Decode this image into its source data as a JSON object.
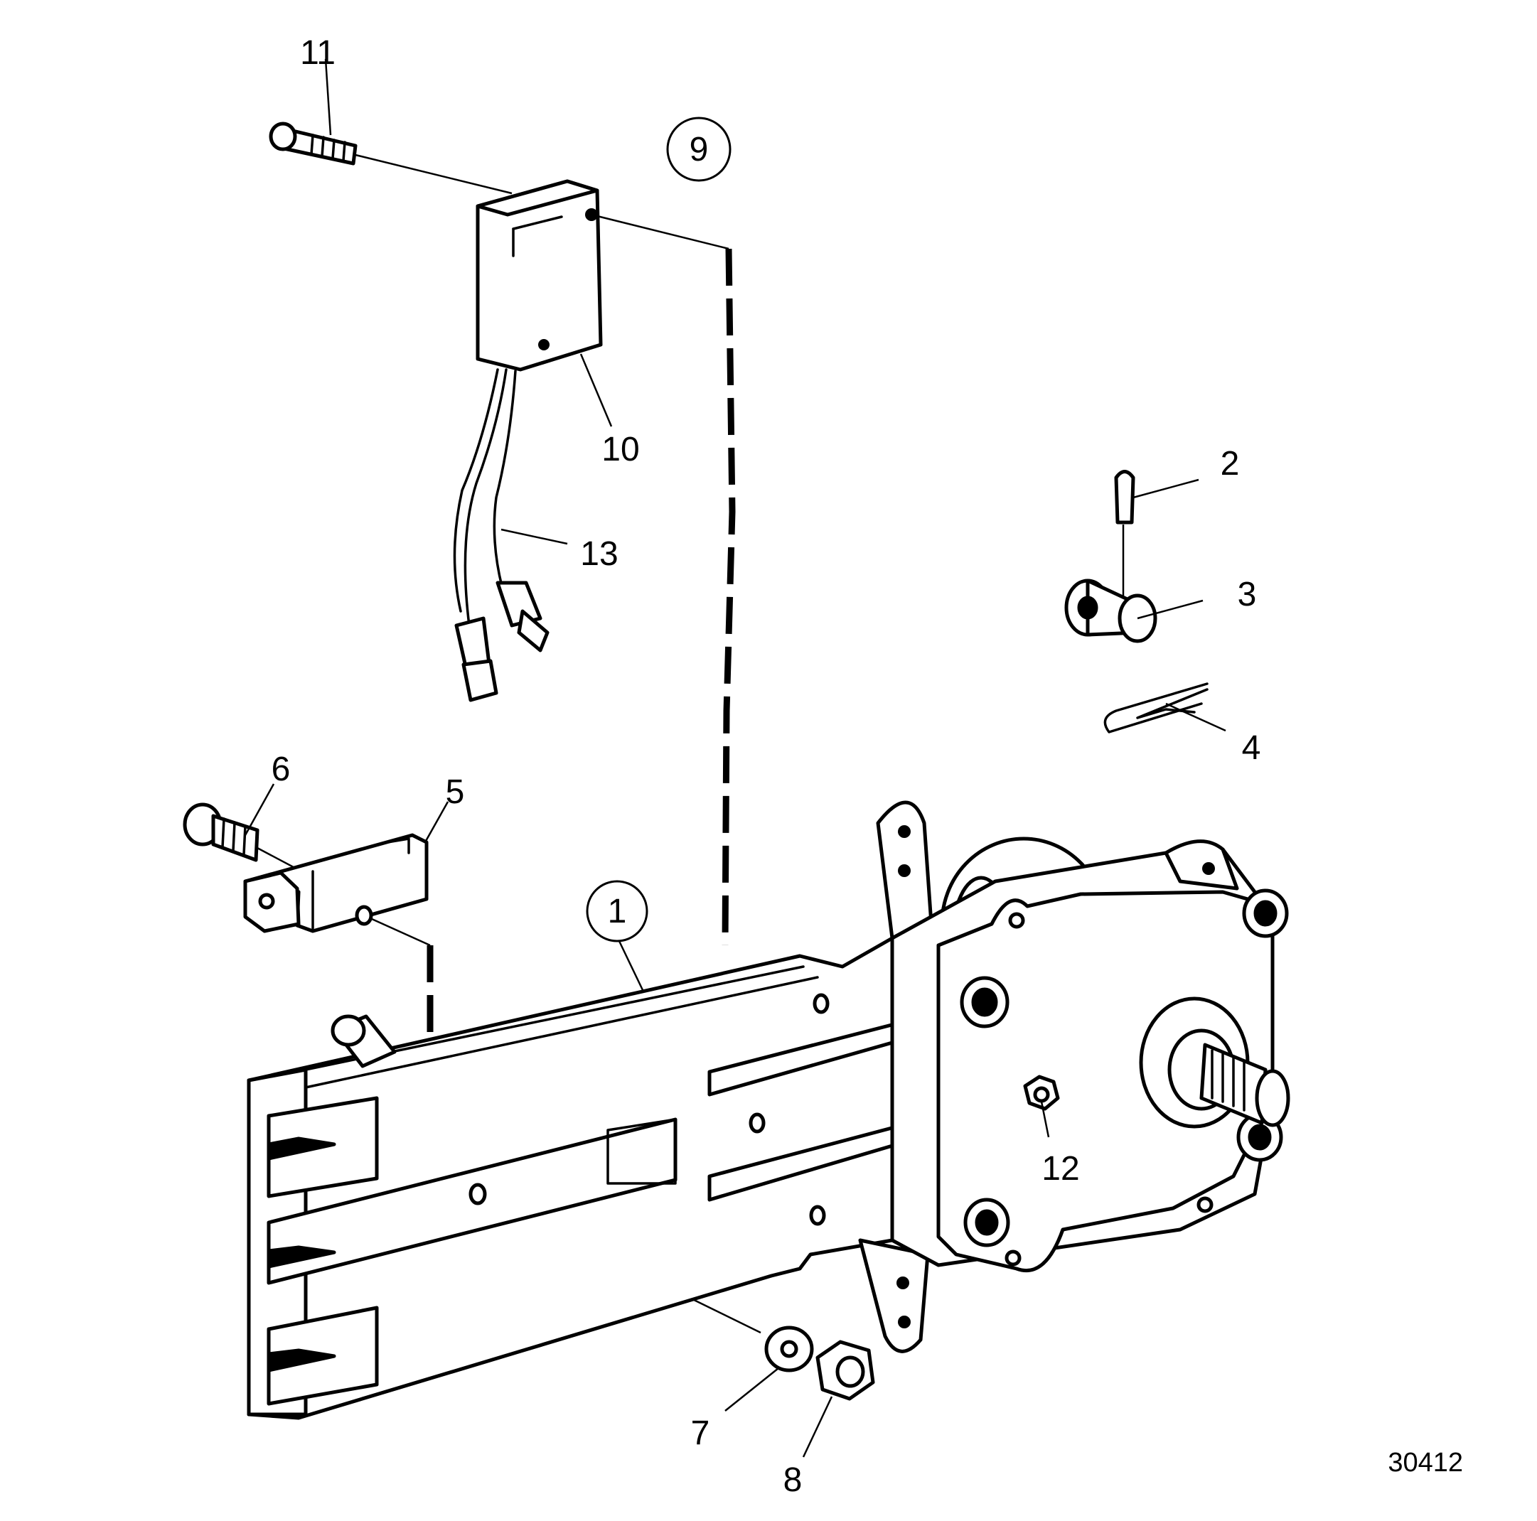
{
  "callouts": {
    "c1": "1",
    "c2": "2",
    "c3": "3",
    "c4": "4",
    "c5": "5",
    "c6": "6",
    "c7": "7",
    "c8": "8",
    "c9": "9",
    "c10": "10",
    "c11": "11",
    "c12": "12",
    "c13": "13"
  },
  "figure_number": "30412"
}
